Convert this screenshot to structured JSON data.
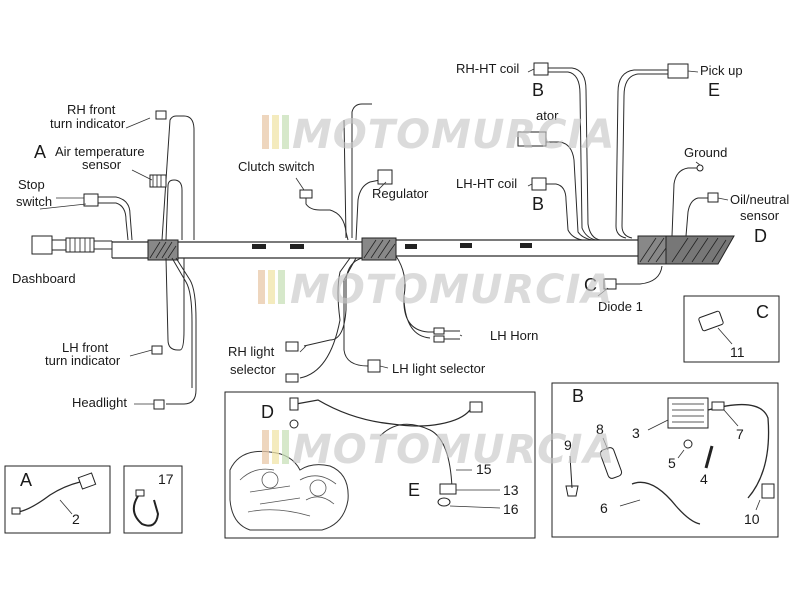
{
  "watermark": "MOTOMURCIA",
  "labels": {
    "rh_front_turn_1": "RH front",
    "rh_front_turn_2": "turn indicator",
    "air_temp_letter": "A",
    "air_temp_1": "Air temperature",
    "air_temp_2": "sensor",
    "stop_switch_1": "Stop",
    "stop_switch_2": "switch",
    "dashboard": "Dashboard",
    "lh_front_turn_1": "LH front",
    "lh_front_turn_2": "turn indicator",
    "headlight": "Headlight",
    "clutch_switch": "Clutch switch",
    "regulator": "Regulator",
    "rh_ht_coil": "RH-HT coil",
    "rh_ht_letter": "B",
    "lh_ht_coil": "LH-HT coil",
    "lh_ht_letter": "B",
    "pick_up": "Pick up",
    "pick_up_letter": "E",
    "ground": "Ground",
    "oil_neutral_1": "Oil/neutral",
    "oil_neutral_2": "sensor",
    "oil_neutral_letter": "D",
    "diode_letter": "C",
    "diode": "Diode 1",
    "rh_light_1": "RH light",
    "rh_light_2": "selector",
    "lh_light": "LH light selector",
    "lh_horn": "LH Horn",
    "hidden_actuator": "ator"
  },
  "insets": {
    "a": {
      "letter": "A",
      "part": "2"
    },
    "clamp": {
      "part": "17"
    },
    "c": {
      "letter": "C",
      "part": "11"
    },
    "b": {
      "letter": "B",
      "parts": [
        "3",
        "7",
        "8",
        "9",
        "5",
        "4",
        "6",
        "10"
      ]
    },
    "d": {
      "letter": "D",
      "sub_letter": "E",
      "parts": [
        "15",
        "13",
        "16"
      ]
    }
  }
}
